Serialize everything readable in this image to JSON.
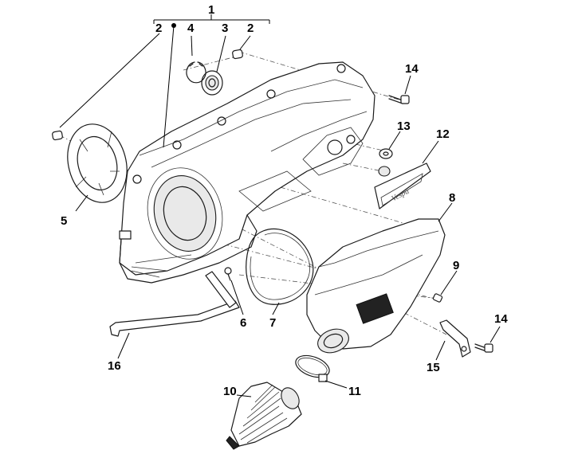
{
  "callouts": {
    "c1": "1",
    "c2a": "2",
    "c2b": "2",
    "c3": "3",
    "c4": "4",
    "c5": "5",
    "c6": "6",
    "c7": "7",
    "c8": "8",
    "c9": "9",
    "c10": "10",
    "c11": "11",
    "c12": "12",
    "c13": "13",
    "c14a": "14",
    "c14b": "14",
    "c15": "15",
    "c16": "16"
  },
  "emblem_text": "Vespa"
}
